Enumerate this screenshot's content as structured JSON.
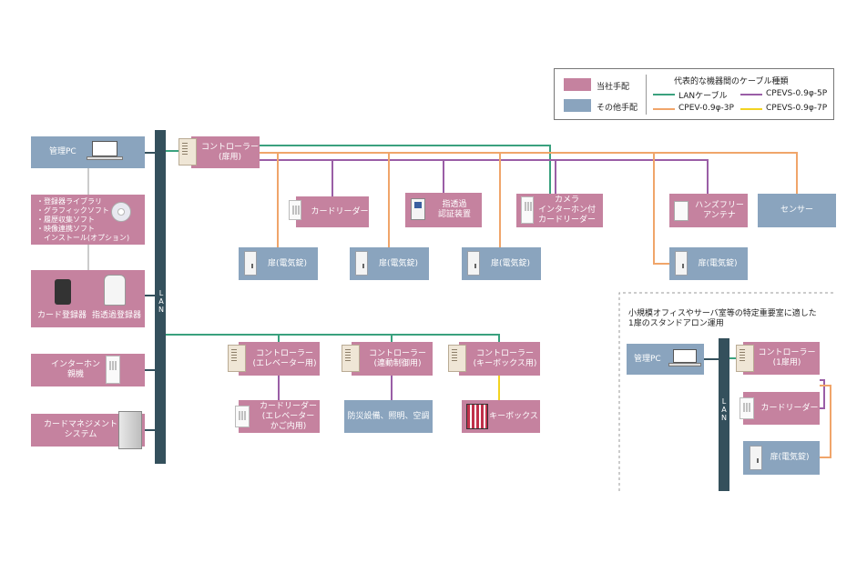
{
  "colors": {
    "own_box": "#c5829f",
    "other_box": "#8aa4be",
    "lan_backbone": "#34505c",
    "lan_cable": "#3aa17e",
    "cpev": "#f0a56a",
    "cpevs5": "#9a5ea6",
    "cpevs7": "#f2d321"
  },
  "legend": {
    "own": "当社手配",
    "other": "その他手配",
    "title": "代表的な機器間のケーブル種類",
    "lan": "LANケーブル",
    "cpevs5": "CPEVS-0.9φ-5P",
    "cpev": "CPEV-0.9φ-3P",
    "cpevs7": "CPEVS-0.9φ-7P"
  },
  "lan_label": "L\nA\nN",
  "left": {
    "pc": "管理PC",
    "software": "・登録器ライブラリ\n・グラフィックソフト\n・履歴収集ソフト\n・映像連携ソフト\n　インストール(オプション)",
    "card_reg": "カード登録器",
    "finger_reg": "指透過登録器",
    "intercom": "インターホン\n親機",
    "cms": "カードマネジメント\nシステム"
  },
  "top": {
    "controller": "コントローラー\n(扉用)",
    "card_reader": "カードリーダー",
    "finger_auth": "指透過\n認証装置",
    "camera_reader": "カメラ\nインターホン付\nカードリーダー",
    "handsfree": "ハンズフリー\nアンテナ",
    "sensor": "センサー",
    "door": "扉(電気錠)"
  },
  "middle": {
    "ctrl_elevator": "コントローラー\n(エレベーター用)",
    "ctrl_linkage": "コントローラー\n(連動制御用)",
    "ctrl_keybox": "コントローラー\n(キーボックス用)",
    "reader_elevator": "カードリーダー\n(エレベーター\nかご内用)",
    "disaster": "防災設備、照明、空調",
    "keybox": "キーボックス"
  },
  "standalone": {
    "note": "小規模オフィスやサーバ室等の特定重要室に適した\n1扉のスタンドアロン運用",
    "pc": "管理PC",
    "controller": "コントローラー\n(1扉用)",
    "card_reader": "カードリーダー",
    "door": "扉(電気錠)"
  }
}
